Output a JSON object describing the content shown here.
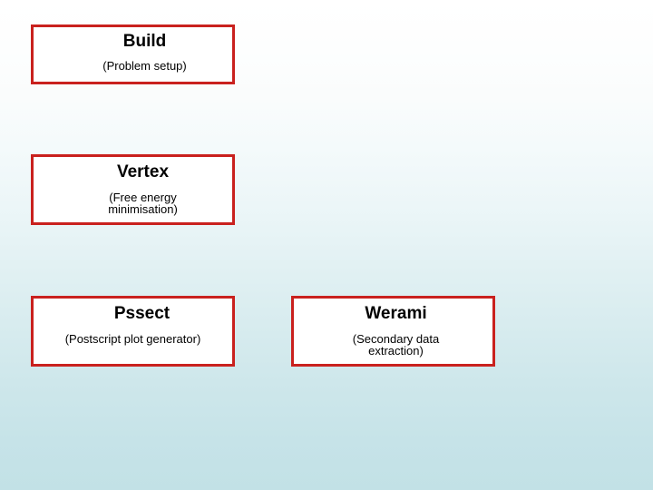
{
  "slide": {
    "background_top_color": "#ffffff",
    "background_bottom_color": "#c2e1e6",
    "box_border_color": "#c9211e",
    "box_fill_color": "#ffffff",
    "text_color": "#000000"
  },
  "boxes": [
    {
      "id": "build",
      "title": "Build",
      "subtitle": "(Problem setup)"
    },
    {
      "id": "vertex",
      "title": "Vertex",
      "subtitle": "(Free energy minimisation)"
    },
    {
      "id": "pssect",
      "title": "Pssect",
      "subtitle": "(Postscript plot generator)"
    },
    {
      "id": "werami",
      "title": "Werami",
      "subtitle": "(Secondary data extraction)"
    }
  ]
}
